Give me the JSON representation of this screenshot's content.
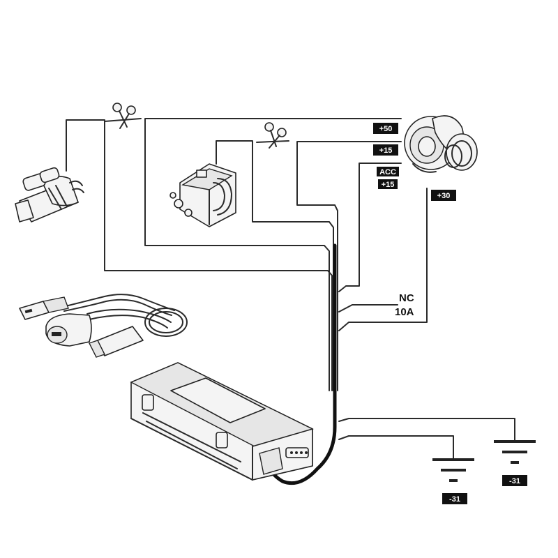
{
  "terminals": {
    "t50": "+50",
    "t15": "+15",
    "acc": "ACC",
    "acc15": "+15",
    "t30": "+30",
    "ground_left": "-31",
    "ground_right": "-31"
  },
  "relay": {
    "line1": "NC",
    "line2": "10A"
  },
  "icons": {
    "cut_1": "scissors-icon",
    "cut_2": "scissors-icon",
    "ground_left": "ground-icon",
    "ground_right": "ground-icon"
  },
  "colors": {
    "line": "#2a2a2a",
    "tag_background": "#111111",
    "tag_text": "#ffffff"
  }
}
